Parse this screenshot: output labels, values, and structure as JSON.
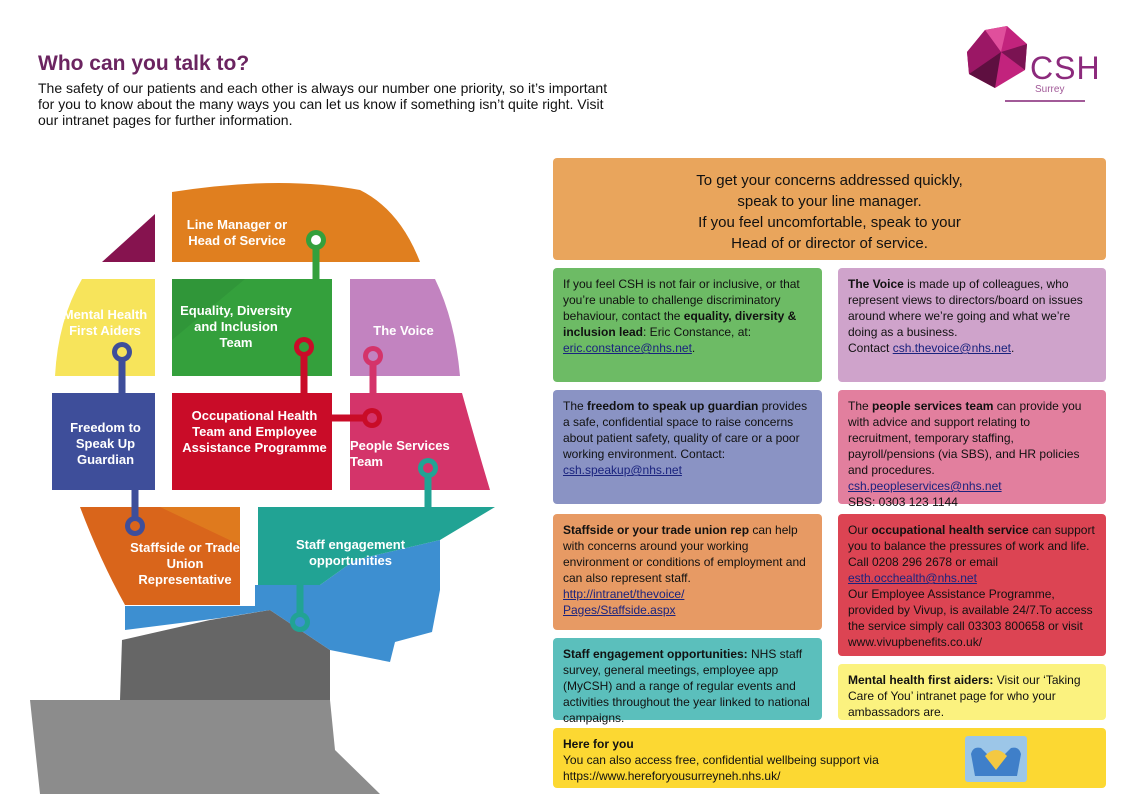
{
  "header": {
    "title": "Who can you talk to?",
    "intro": "The safety of our patients and each other is always our number one priority, so it’s important for you to know about the many ways you can let us know if something isn’t quite right. Visit our intranet pages for further information."
  },
  "logo": {
    "name": "CSH",
    "sub": "Surrey"
  },
  "puzzle": {
    "line_manager": "Line Manager or Head of Service",
    "mental_health": "Mental Health First Aiders",
    "equality": "Equality, Diversity and Inclusion Team",
    "voice": "The Voice",
    "freedom": "Freedom to Speak Up Guardian",
    "occupational": "Occupational Health Team and Employee Assistance Programme",
    "people": "People Services Team",
    "staffside": "Staffside or Trade Union Representative",
    "engagement": "Staff engagement opportunities"
  },
  "top_box": {
    "line1": "To get your concerns addressed quickly,",
    "line2": "speak to your line manager.",
    "line3": "If you feel uncomfortable, speak to your",
    "line4": "Head of or director of service."
  },
  "equality_box": {
    "pre": "If you feel CSH is not fair or inclusive, or that you’re unable to challenge discriminatory behaviour, contact the",
    "bold": "equality, diversity & inclusion lead",
    "post": ": Eric Constance, at:",
    "email": "eric.constance@nhs.net",
    "end": "."
  },
  "voice_box": {
    "bold": "The Voice",
    "text": " is made up of colleagues, who represent views to directors/board on issues around where we’re going and what we’re doing as a business.",
    "contact": "Contact ",
    "email": "csh.thevoice@nhs.net",
    "end": "."
  },
  "ftsu_box": {
    "pre": "The ",
    "bold": "freedom to speak up guardian",
    "text": " provides a safe, confidential space to raise concerns about patient safety, quality of care or a poor working environment. Contact:",
    "email": "csh.speakup@nhs.net"
  },
  "people_box": {
    "pre": "The ",
    "bold": "people services team",
    "text": " can provide you with advice and support relating to recruitment, temporary staffing, payroll/pensions (via SBS), and HR policies and procedures.",
    "email": "csh.peopleservices@nhs.net",
    "sbs": "SBS: 0303 123 1144"
  },
  "staffside_box": {
    "bold": "Staffside or your trade union rep",
    "text": " can help with concerns around your working environment or conditions of employment and can also represent staff.",
    "link1": "http://intranet/thevoice/",
    "link2": "Pages/Staffside.aspx"
  },
  "occ_box": {
    "pre": "Our ",
    "bold": "occupational health service",
    "text": " can support you to balance the pressures of work and life. Call 0208 296 2678 or email ",
    "email": "esth.occhealth@nhs.net",
    "eap": "Our Employee Assistance Programme, provided by Vivup, is available 24/7.To access the service simply call 03303 800658 or visit www.vivupbenefits.co.uk/"
  },
  "engagement_box": {
    "bold": "Staff engagement opportunities:",
    "text": " NHS staff survey, general meetings, employee app (MyCSH) and a range of regular events and activities throughout the year linked to national campaigns."
  },
  "mh_box": {
    "bold": "Mental health first aiders:",
    "text": " Visit our ‘Taking Care of You’ intranet page for who your ambassadors are."
  },
  "here_box": {
    "title": "Here for you",
    "line1": "You can also access free, confidential wellbeing support via",
    "line2": "https://www.hereforyousurreyneh.nhs.uk/"
  },
  "colors": {
    "orange": "#e07f1f",
    "green": "#34a03c",
    "purple": "#c283c0",
    "navy": "#3e4e9a",
    "red": "#c90c28",
    "pink": "#d4346a",
    "teal": "#21a394",
    "yellow": "#f7e45b",
    "blue": "#3d8fd1",
    "maroon": "#86134f",
    "grey": "#8c8c8c"
  }
}
